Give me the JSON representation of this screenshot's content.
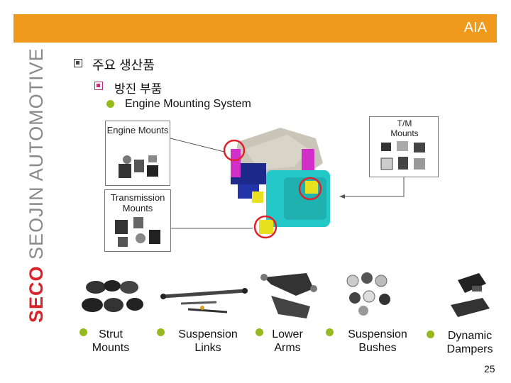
{
  "header": {
    "title": "AIA"
  },
  "brand": {
    "part1": "SECO",
    "part2": "SEOJIN AUTOMOTIVE"
  },
  "heading1": "주요 생산품",
  "heading2": "방진 부품",
  "heading3": "Engine Mounting System",
  "callouts": {
    "engine_mounts": "Engine Mounts",
    "tm_mounts": "T/M Mounts",
    "transmission_mounts": "Transmission Mounts"
  },
  "products": [
    {
      "label": "Strut Mounts"
    },
    {
      "label": "Suspension Links"
    },
    {
      "label": "Lower Arms"
    },
    {
      "label": "Suspension Bushes"
    },
    {
      "label": "Dynamic Dampers"
    }
  ],
  "page_number": "25",
  "colors": {
    "accent": "#ef9a1c",
    "bullet": "#96ba1e",
    "brand_red": "#d8232a"
  }
}
